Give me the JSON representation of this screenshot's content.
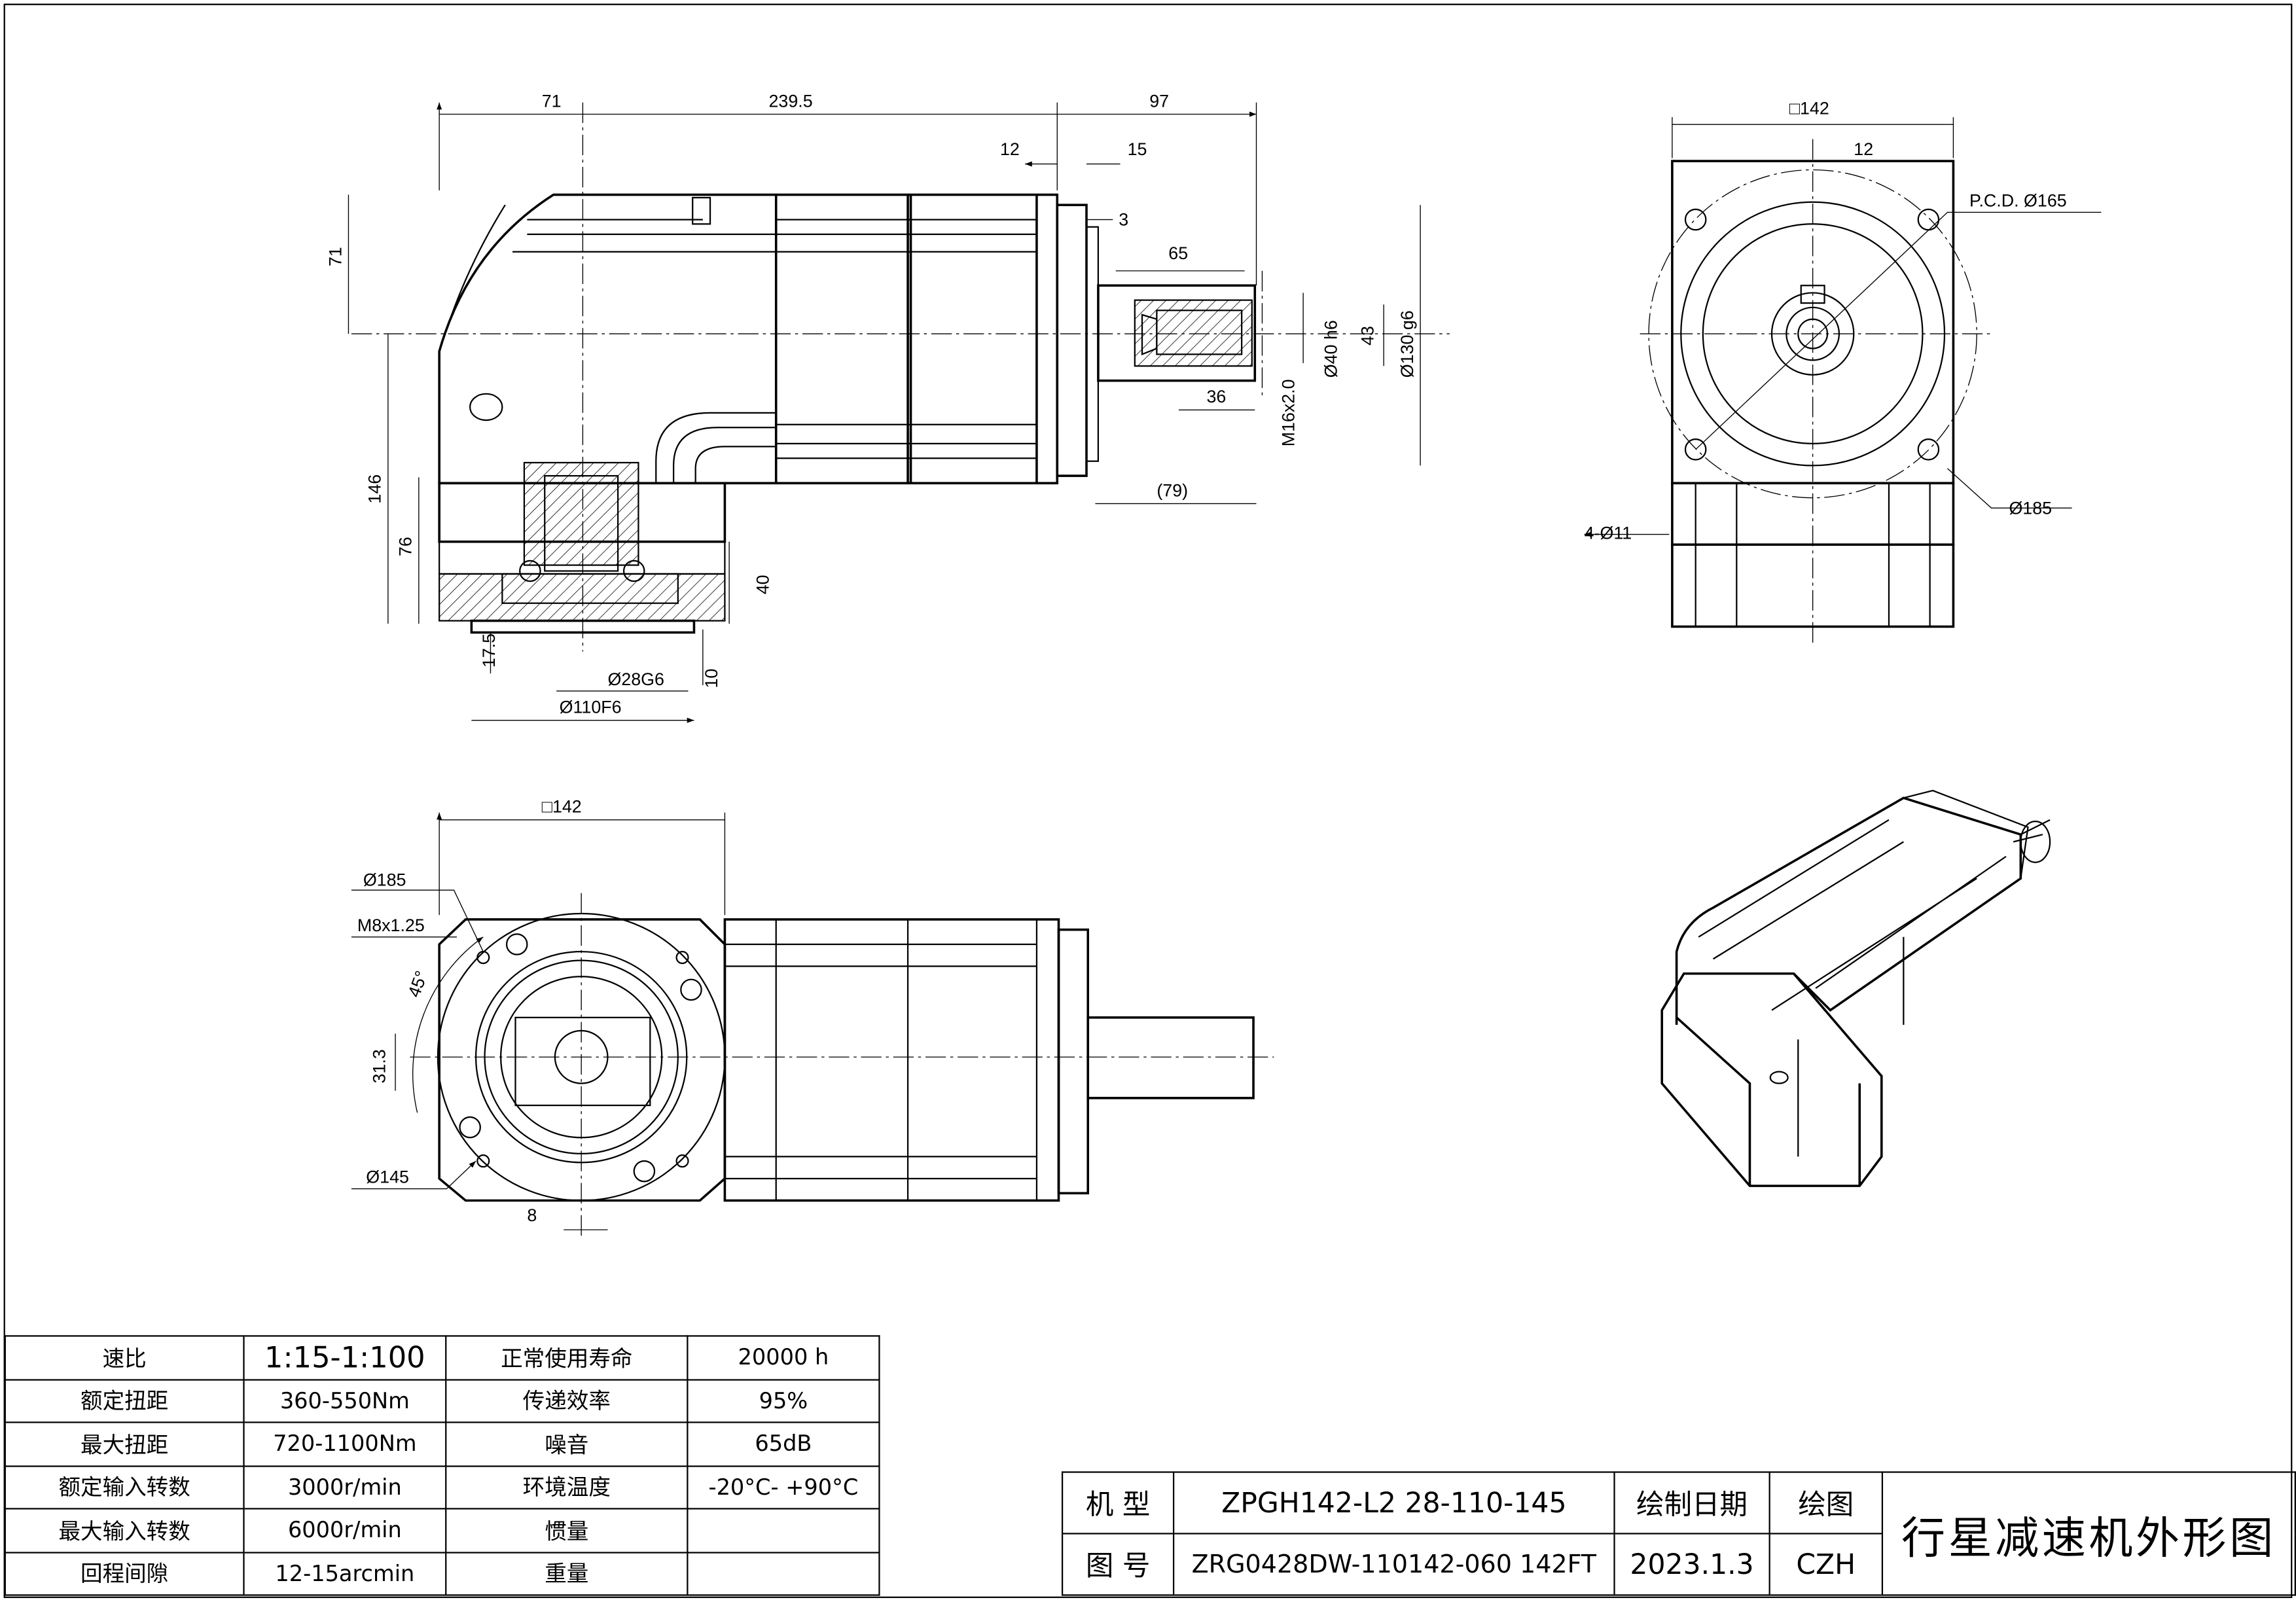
{
  "spec_table": [
    {
      "label": "速比",
      "value": "1:15-1:100",
      "label2": "正常使用寿命",
      "value2": "20000 h"
    },
    {
      "label": "额定扭距",
      "value": "360-550Nm",
      "label2": "传递效率",
      "value2": "95%"
    },
    {
      "label": "最大扭距",
      "value": "720-1100Nm",
      "label2": "噪音",
      "value2": "65dB"
    },
    {
      "label": "额定输入转数",
      "value": "3000r/min",
      "label2": "环境温度",
      "value2": "-20°C- +90°C"
    },
    {
      "label": "最大输入转数",
      "value": "6000r/min",
      "label2": "惯量",
      "value2": ""
    },
    {
      "label": "回程间隙",
      "value": "12-15arcmin",
      "label2": "重量",
      "value2": ""
    }
  ],
  "title_block": {
    "model_label": "机 型",
    "model": "ZPGH142-L2 28-110-145",
    "date_label": "绘制日期",
    "drawer_label": "绘图",
    "drawing_no_label": "图 号",
    "drawing_no": "ZRG0428DW-110142-060 142FT",
    "date": "2023.1.3",
    "drawer": "CZH",
    "title": "行星减速机外形图"
  },
  "side_view_dims": {
    "d71": "71",
    "d239": "239.5",
    "d97": "97",
    "d12": "12",
    "d15": "15",
    "d3": "3",
    "d65": "65",
    "shaft": "Ø40 h6",
    "d43": "43",
    "pilot": "Ø130 g6",
    "thread": "M16x2.0",
    "d36": "36",
    "d79": "(79)",
    "v71": "71",
    "v146": "146",
    "v76": "76",
    "v40": "40",
    "v17": "17.5",
    "v10": "10",
    "bore": "Ø28G6",
    "spigot": "Ø110F6"
  },
  "end_view_dims": {
    "sq": "□142",
    "key": "12",
    "pcd": "P.C.D. Ø165",
    "dia": "Ø185",
    "holes": "4-Ø11"
  },
  "bottom_view_dims": {
    "sq": "□142",
    "dia185": "Ø185",
    "thread": "M8x1.25",
    "angle": "45°",
    "d31": "31.3",
    "dia145": "Ø145",
    "d8": "8"
  }
}
